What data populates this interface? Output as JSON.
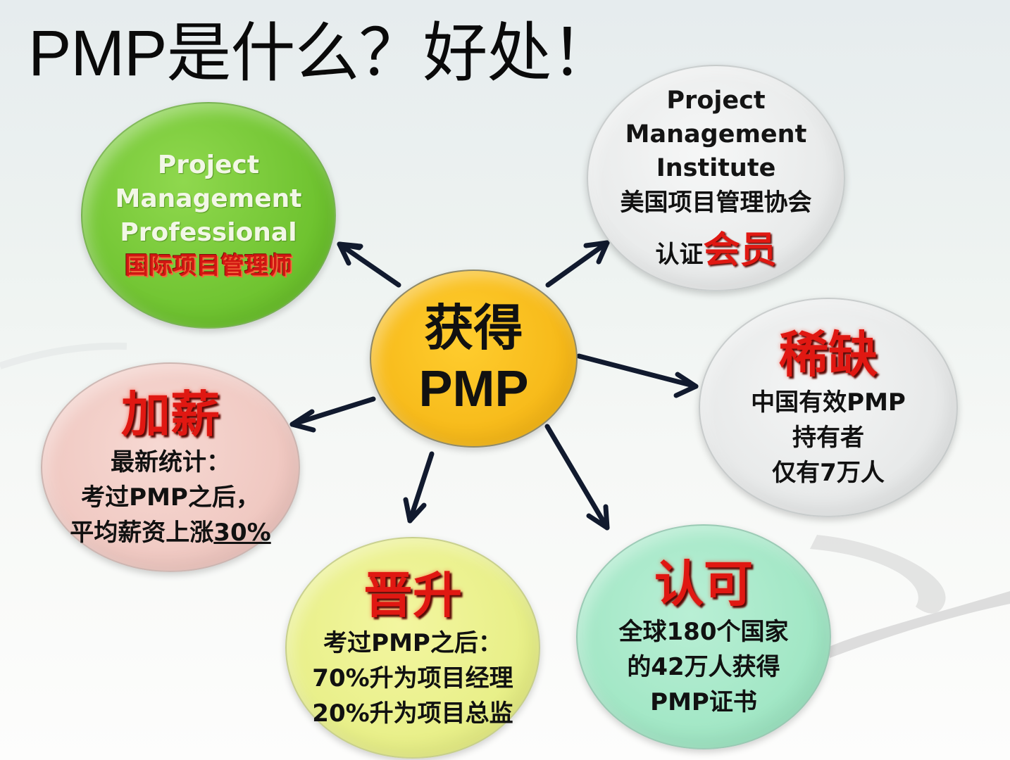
{
  "title": "PMP是什么？好处！",
  "center": {
    "line1": "获得",
    "line2": "PMP",
    "color": "#f5b616"
  },
  "bubbles": {
    "professional": {
      "en_lines": [
        "Project",
        "Management",
        "Professional"
      ],
      "cn": "国际项目管理师",
      "color": "#6cc12d"
    },
    "pmi": {
      "en_lines": [
        "Project",
        "Management",
        "Institute"
      ],
      "cn": "美国项目管理协会",
      "cert_prefix": "认证",
      "cert_highlight": "会员",
      "color": "#e6e8e8"
    },
    "rare": {
      "heading": "稀缺",
      "lines": [
        "中国有效PMP",
        "持有者",
        "仅有7万人"
      ],
      "color": "#e5e7e7"
    },
    "salary": {
      "heading": "加薪",
      "lines": [
        "最新统计：",
        "考过PMP之后，"
      ],
      "last_prefix": "平均薪资上涨",
      "last_highlight": "30%",
      "color": "#efc6bf"
    },
    "promotion": {
      "heading": "晋升",
      "lines": [
        "考过PMP之后：",
        "70%升为项目经理",
        "20%升为项目总监"
      ],
      "color": "#e6ee84"
    },
    "recognition": {
      "heading": "认可",
      "lines": [
        "全球180个国家",
        "的42万人获得",
        "PMP证书"
      ],
      "color": "#9de5c2"
    }
  },
  "accent_red": "#e01812",
  "arrow_color": "#111a2e"
}
